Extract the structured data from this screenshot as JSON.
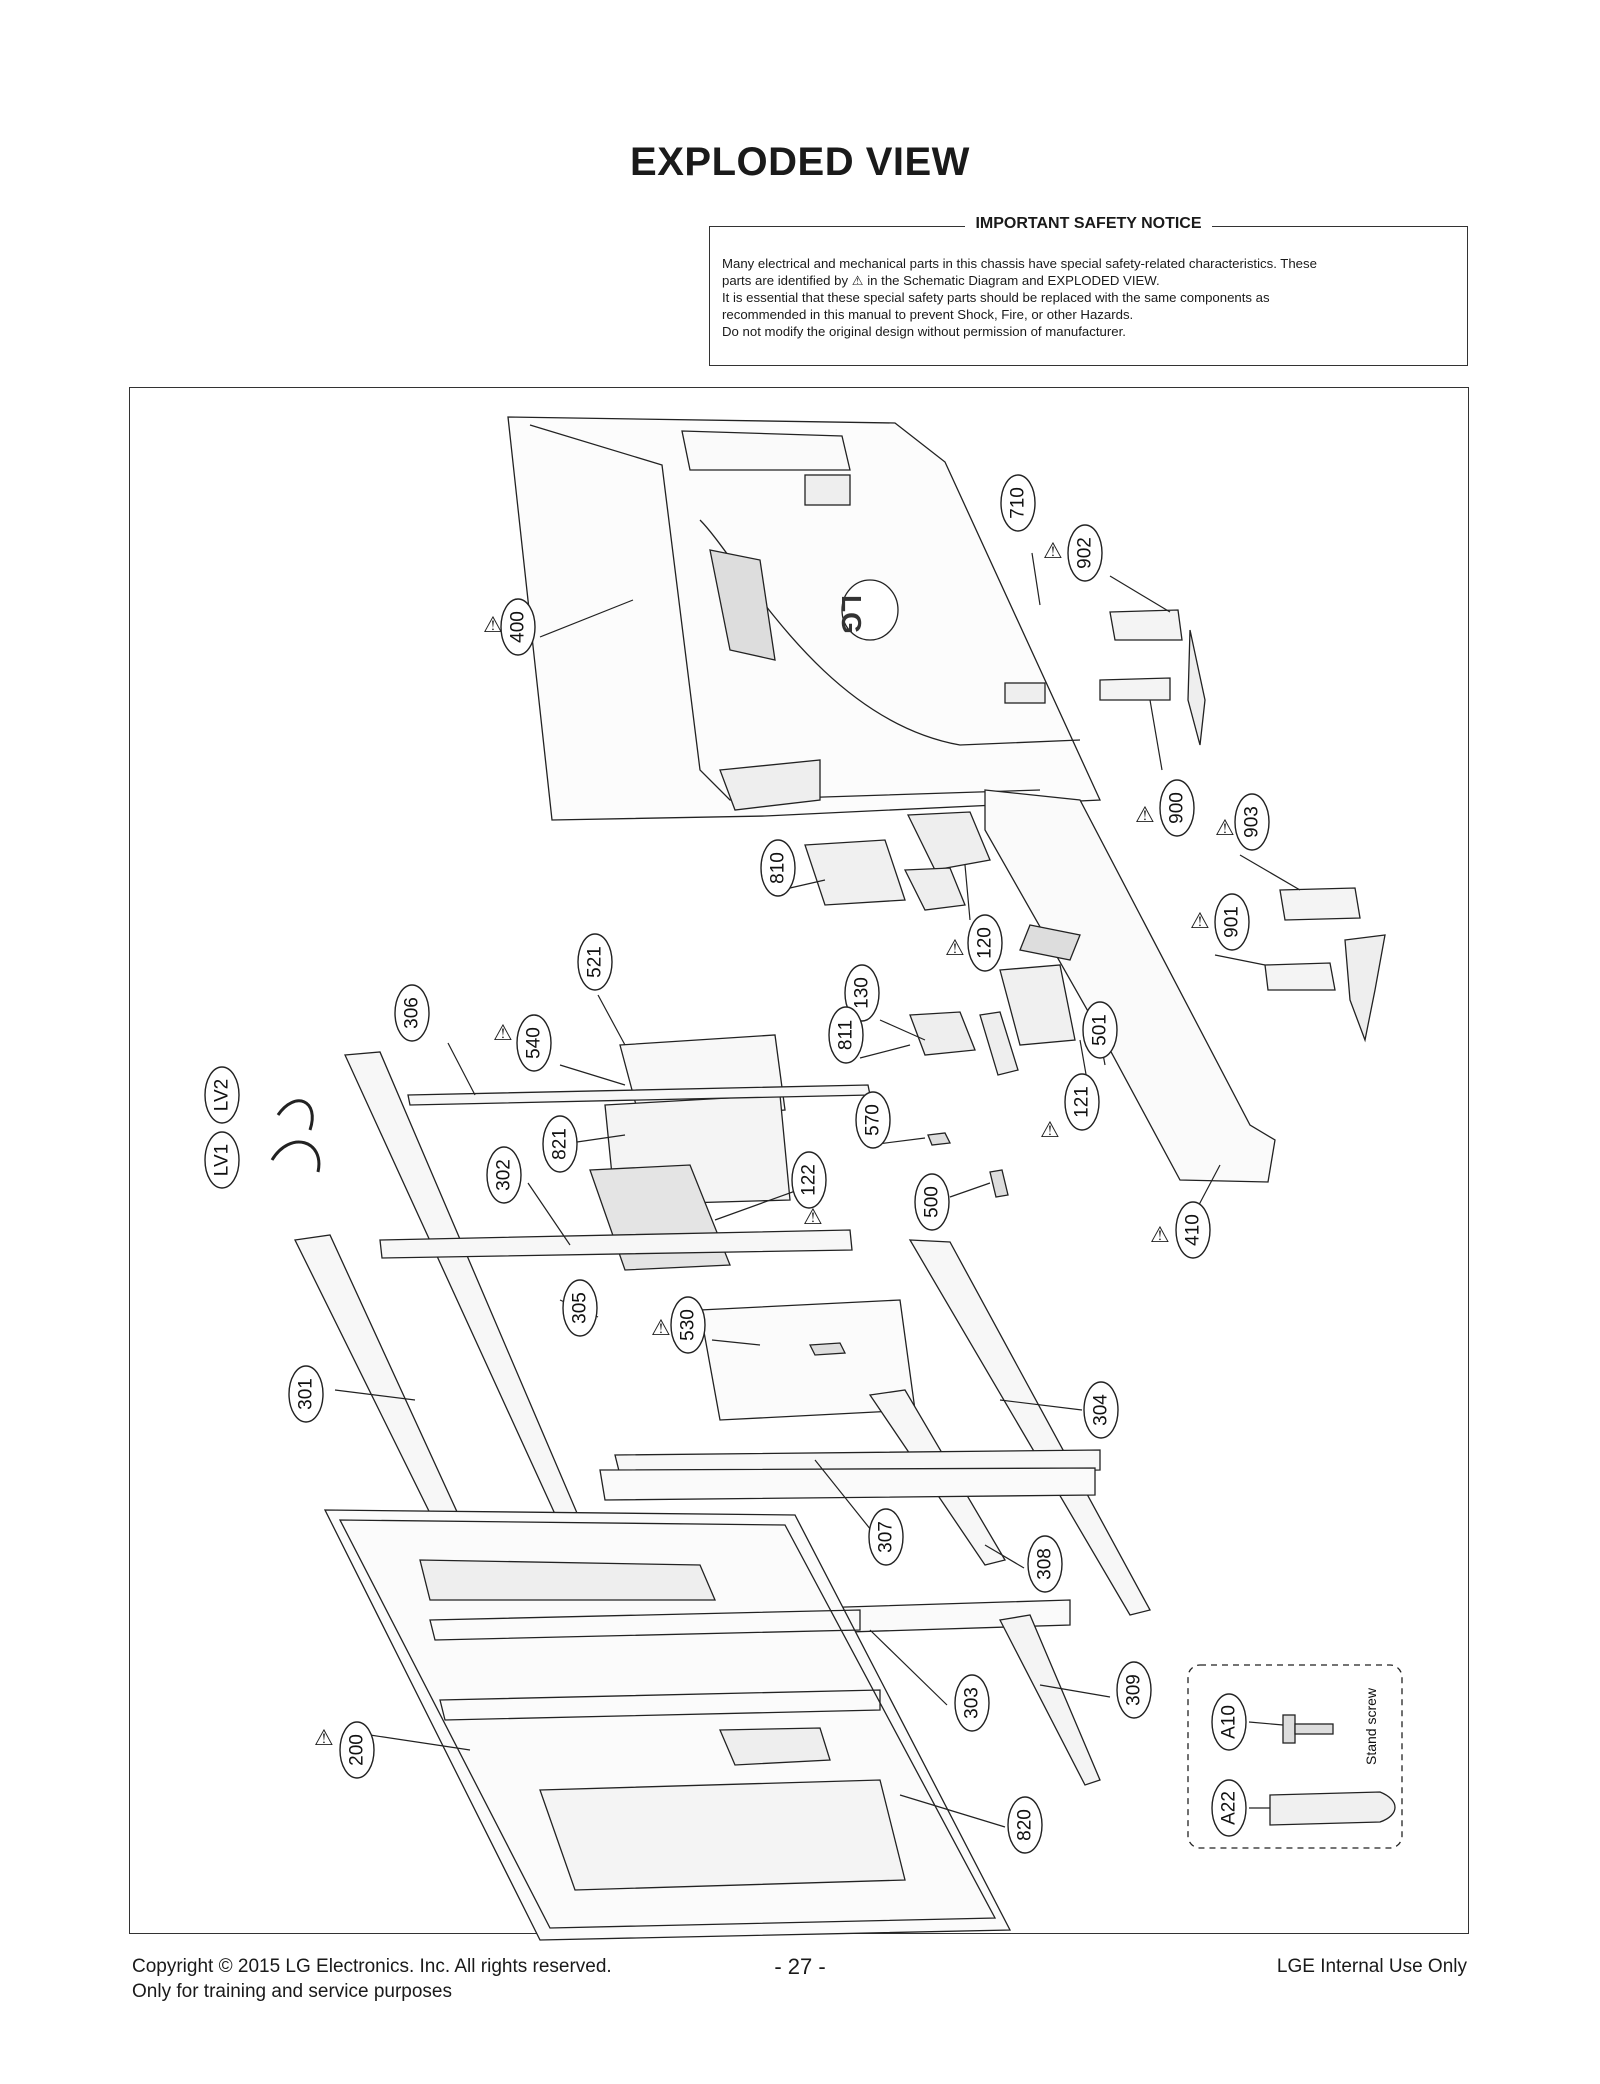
{
  "page": {
    "title": "EXPLODED VIEW"
  },
  "notice": {
    "title": "IMPORTANT SAFETY NOTICE",
    "line1": "Many electrical and mechanical parts in this chassis have special safety-related characteristics. These",
    "line2": "parts are identified by ⚠ in the Schematic Diagram and EXPLODED VIEW.",
    "line3": "It is essential that these special safety parts should be replaced with the same components as",
    "line4": "recommended in this manual to prevent Shock, Fire, or other Hazards.",
    "line5": "Do not modify the original design without permission of manufacturer."
  },
  "diagram": {
    "callouts": [
      "400",
      "710",
      "902",
      "900",
      "903",
      "901",
      "810",
      "120",
      "130",
      "121",
      "501",
      "811",
      "570",
      "500",
      "410",
      "521",
      "540",
      "306",
      "821",
      "302",
      "122",
      "LV2",
      "LV1",
      "305",
      "530",
      "304",
      "301",
      "307",
      "308",
      "303",
      "309",
      "200",
      "820",
      "A10",
      "A22"
    ],
    "safety_symbol": "⚠",
    "stand_screw_label": "Stand screw",
    "logo_text": "LG"
  },
  "footer": {
    "copyright": "Copyright © 2015 LG Electronics. Inc. All rights reserved.",
    "training": "Only for training and service purposes",
    "page_number": "- 27 -",
    "internal": "LGE Internal Use Only"
  }
}
